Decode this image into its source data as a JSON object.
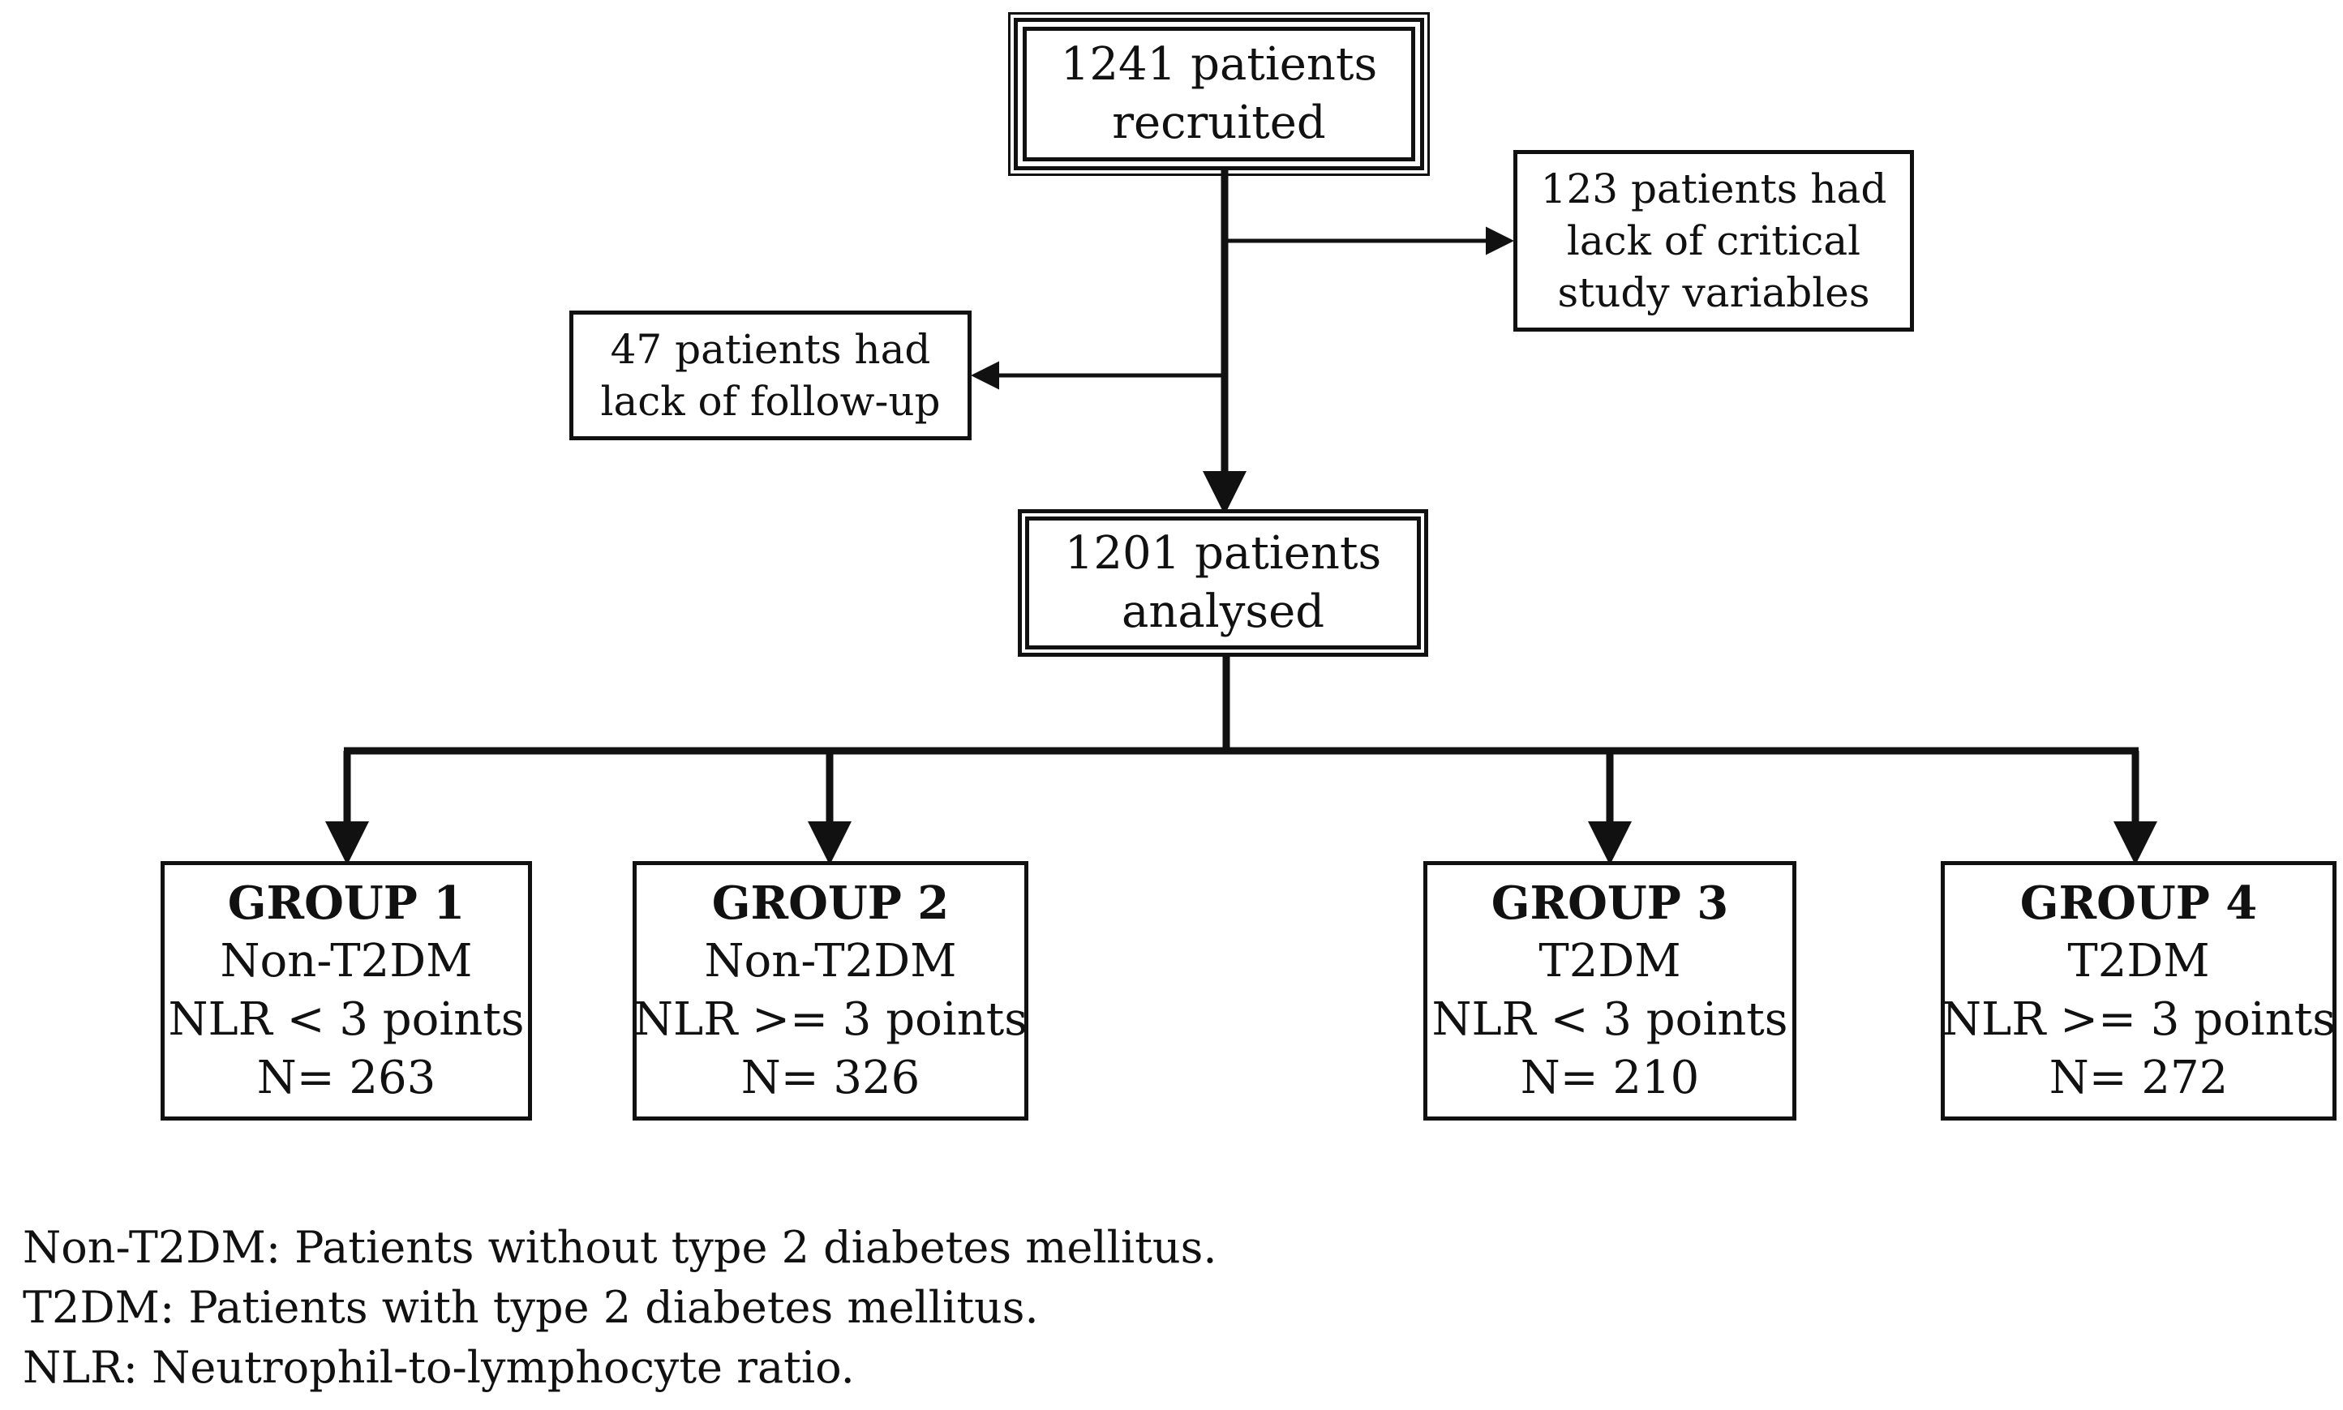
{
  "recruited": {
    "line1": "1241 patients",
    "line2": "recruited"
  },
  "excluded_variables": {
    "line1": "123 patients had",
    "line2": "lack of critical",
    "line3": "study variables"
  },
  "excluded_followup": {
    "line1": "47 patients had",
    "line2": "lack of follow-up"
  },
  "analysed": {
    "line1": "1201 patients",
    "line2": "analysed"
  },
  "groups": [
    {
      "title": "GROUP 1",
      "population": "Non-T2DM",
      "nlr": "NLR < 3 points",
      "n": "N= 263"
    },
    {
      "title": "GROUP 2",
      "population": "Non-T2DM",
      "nlr": "NLR >= 3 points",
      "n": "N= 326"
    },
    {
      "title": "GROUP 3",
      "population": "T2DM",
      "nlr": "NLR < 3 points",
      "n": "N= 210"
    },
    {
      "title": "GROUP 4",
      "population": "T2DM",
      "nlr": "NLR >= 3 points",
      "n": "N= 272"
    }
  ],
  "legend": [
    "Non-T2DM: Patients without type 2 diabetes mellitus.",
    "T2DM: Patients with type 2 diabetes mellitus.",
    "NLR: Neutrophil-to-lymphocyte ratio."
  ]
}
